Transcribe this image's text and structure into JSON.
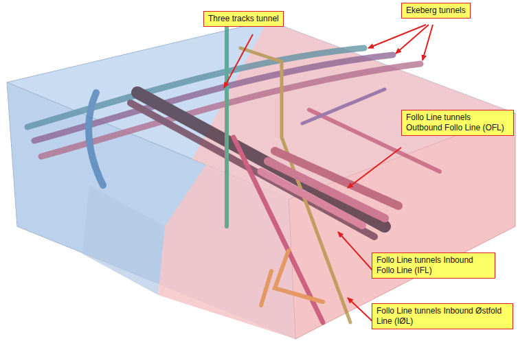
{
  "diagram": {
    "nodes": [
      {
        "text": [
          "Three tracks tunnel"
        ]
      },
      {
        "text": [
          "Ekeberg tunnels"
        ]
      },
      {
        "text": [
          "Follo Line tunnels Outbound Follo Line (OFL)"
        ]
      },
      {
        "text": [
          "Follo Line tunnels Inbound Follo Line (IFL)"
        ]
      },
      {
        "text": [
          "Follo Line tunnels Inbound Østfold Line (IØL)"
        ]
      }
    ]
  }
}
